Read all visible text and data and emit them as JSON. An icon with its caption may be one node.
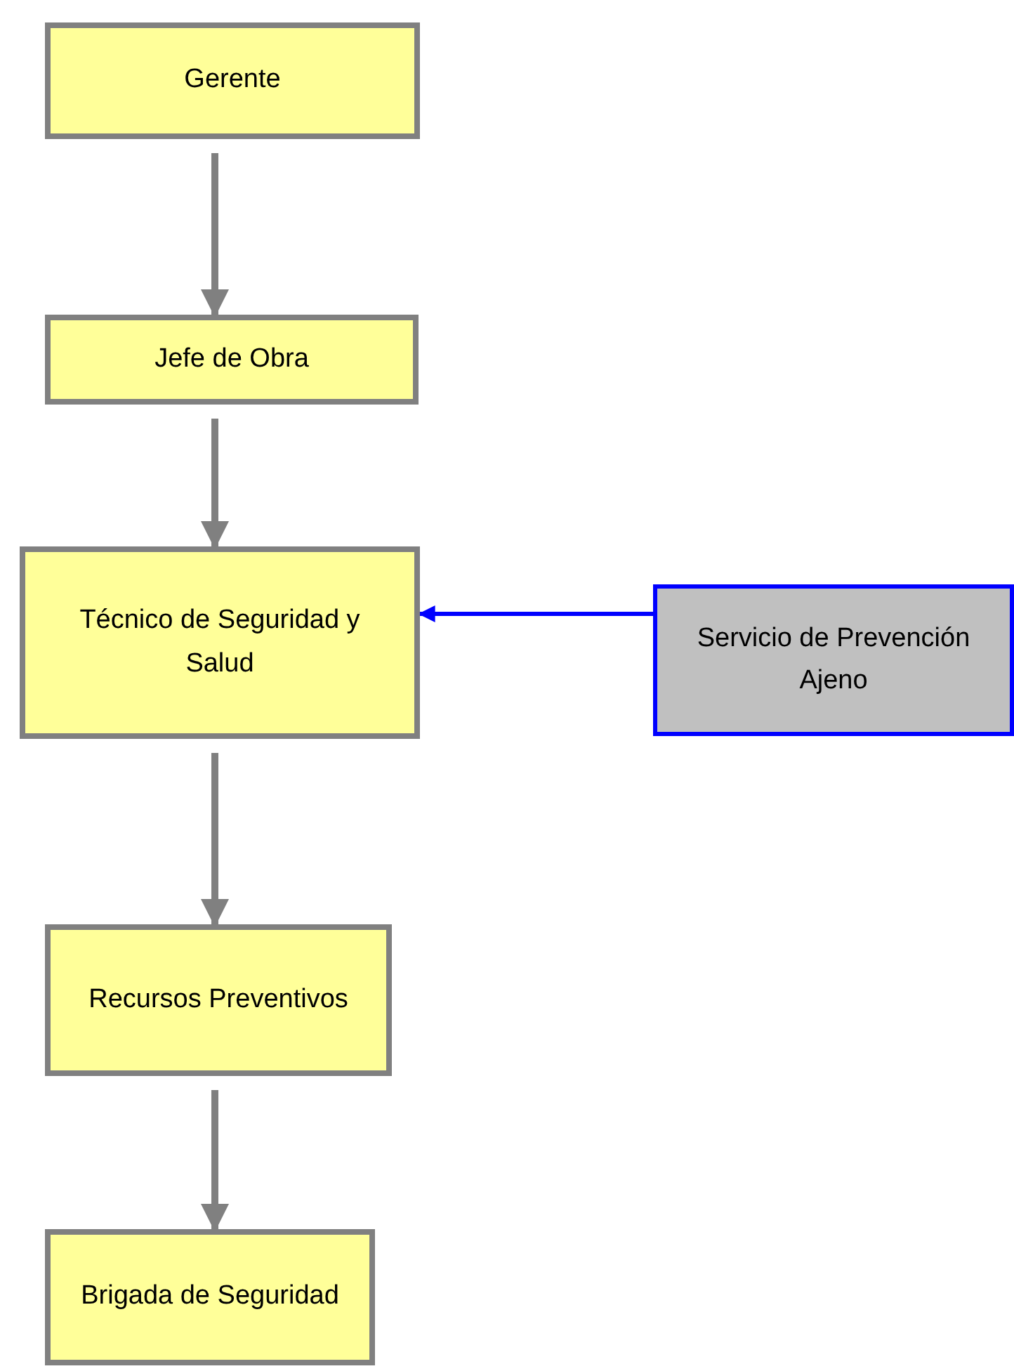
{
  "diagram": {
    "nodes": [
      {
        "text": [
          "Gerente"
        ]
      },
      {
        "text": [
          "Jefe de Obra"
        ]
      },
      {
        "text": [
          "Técnico de Seguridad y Salud"
        ]
      },
      {
        "text": [
          "Servicio de Prevención Ajeno"
        ]
      },
      {
        "text": [
          "Recursos Preventivos"
        ]
      },
      {
        "text": [
          "Brigada de Seguridad"
        ]
      }
    ],
    "edges": [
      {
        "from": 0,
        "to": 1,
        "arrow": "to"
      },
      {
        "from": 1,
        "to": 2,
        "arrow": "to"
      },
      {
        "from": 3,
        "to": 2,
        "arrow": "to",
        "color": "#0000ff"
      },
      {
        "from": 2,
        "to": 4,
        "arrow": "to"
      },
      {
        "from": 4,
        "to": 5,
        "arrow": "to"
      }
    ]
  }
}
